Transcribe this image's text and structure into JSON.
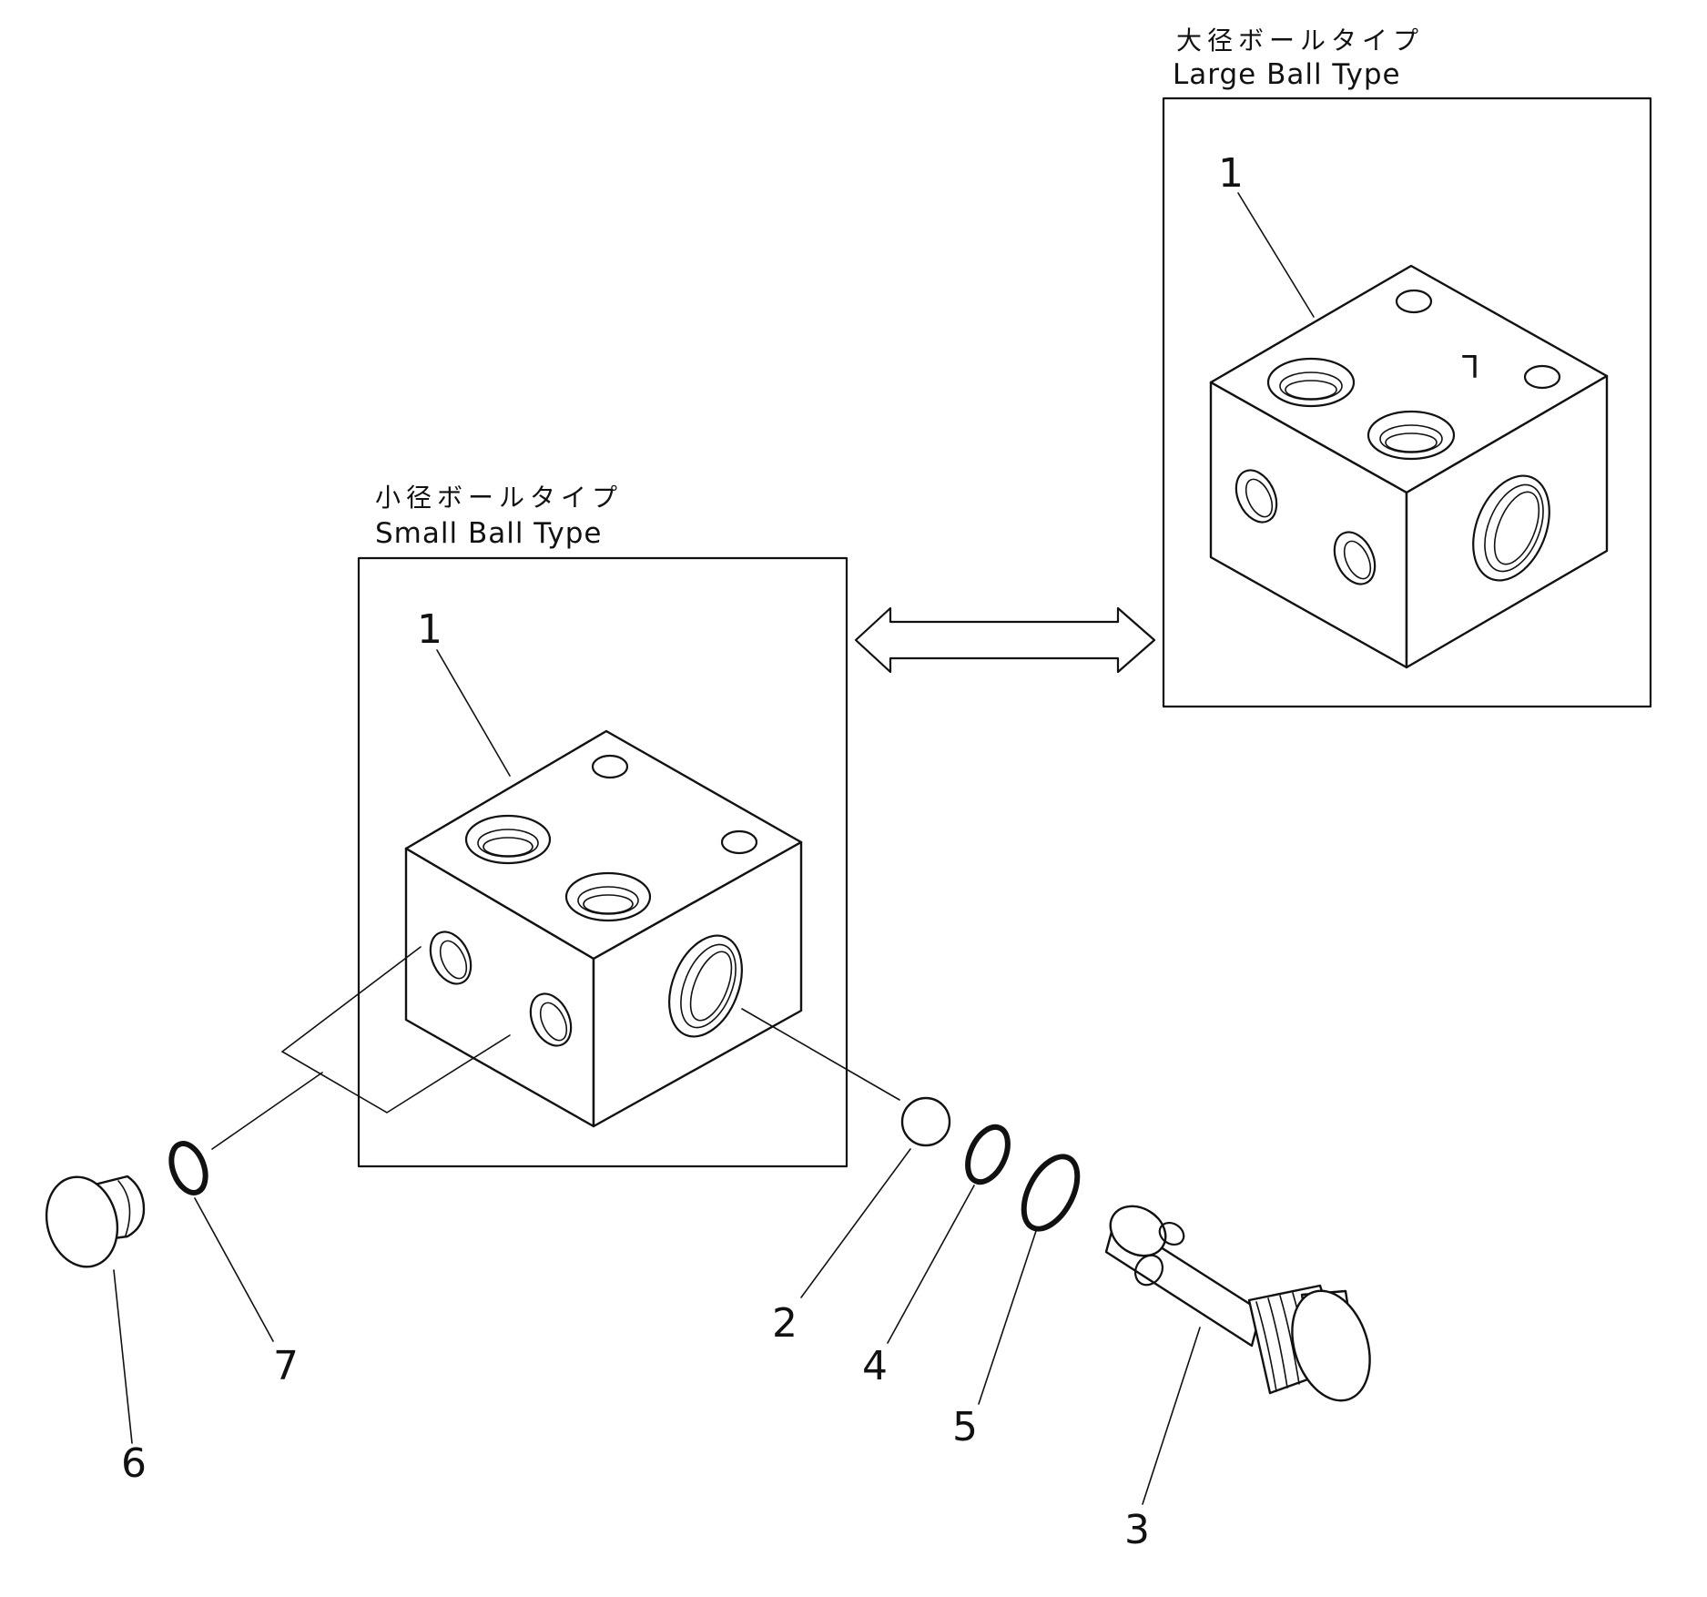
{
  "small_type": {
    "label_jp": "小径ボールタイプ",
    "label_en": "Small  Ball  Type"
  },
  "large_type": {
    "label_jp": "大径ボールタイプ",
    "label_en": "Large  Ball  Type"
  },
  "callouts": {
    "part1_small": "1",
    "part1_large": "1",
    "part2": "2",
    "part3": "3",
    "part4": "4",
    "part5": "5",
    "part6": "6",
    "part7": "7"
  },
  "block_marking": "L"
}
